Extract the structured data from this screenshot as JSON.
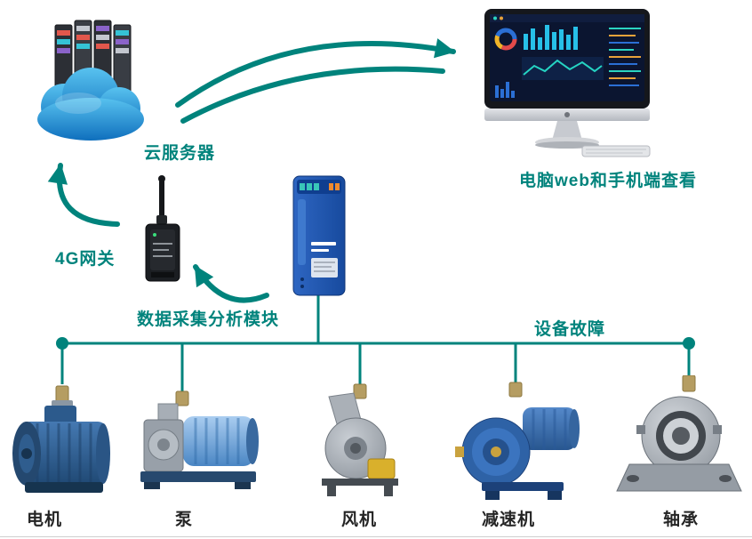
{
  "diagram": {
    "cloud": {
      "label": "云服务器"
    },
    "monitor": {
      "label": "电脑web和手机端查看"
    },
    "gateway": {
      "label": "4G网关"
    },
    "module": {
      "label": "数据采集分析模块"
    },
    "fault_label": "设备故障",
    "devices": [
      {
        "id": "motor",
        "label": "电机"
      },
      {
        "id": "pump",
        "label": "泵"
      },
      {
        "id": "fan",
        "label": "风机"
      },
      {
        "id": "gearbox",
        "label": "减速机"
      },
      {
        "id": "bearing",
        "label": "轴承"
      }
    ],
    "colors": {
      "accent": "#00837c",
      "cloud_blue": "#1e8fd5",
      "module_blue": "#1d55a8",
      "device_label": "#252525"
    },
    "icons": {
      "cloud-server-icon": "svg-shape",
      "dashboard-monitor-icon": "svg-shape",
      "4g-gateway-icon": "svg-shape",
      "daq-module-icon": "svg-shape",
      "motor-icon": "svg-shape",
      "pump-icon": "svg-shape",
      "fan-icon": "svg-shape",
      "gearbox-icon": "svg-shape",
      "bearing-icon": "svg-shape"
    }
  }
}
